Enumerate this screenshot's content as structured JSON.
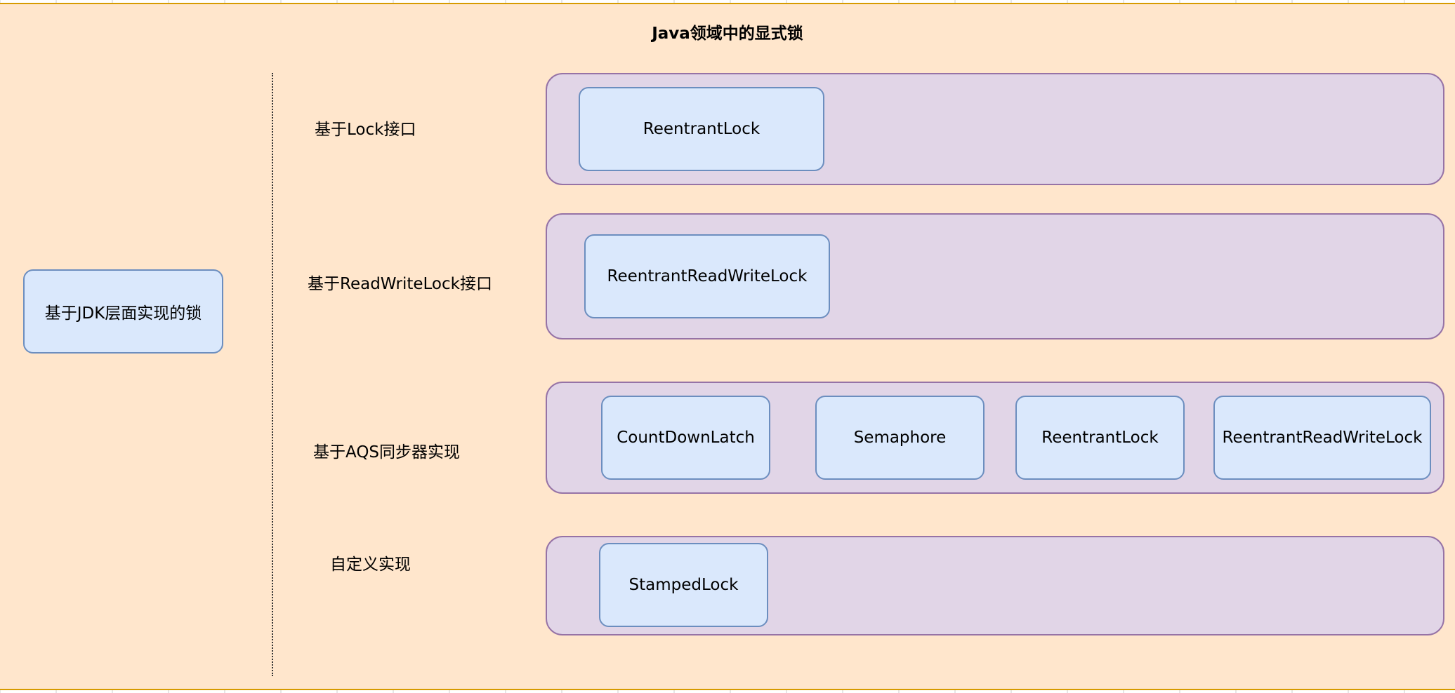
{
  "title": "Java领域中的显式锁",
  "root": {
    "label": "基于JDK层面实现的锁"
  },
  "rows": [
    {
      "label": "基于Lock接口",
      "items": [
        "ReentrantLock"
      ]
    },
    {
      "label": "基于ReadWriteLock接口",
      "items": [
        "ReentrantReadWriteLock"
      ]
    },
    {
      "label": "基于AQS同步器实现",
      "items": [
        "CountDownLatch",
        "Semaphore",
        "ReentrantLock",
        "ReentrantReadWriteLock"
      ]
    },
    {
      "label": "自定义实现",
      "items": [
        "StampedLock"
      ]
    }
  ],
  "colors": {
    "background": "#ffe6cc",
    "border": "#d79b00",
    "group_fill": "#e1d5e7",
    "group_stroke": "#9673a6",
    "node_fill": "#dae8fc",
    "node_stroke": "#6c8ebf"
  }
}
